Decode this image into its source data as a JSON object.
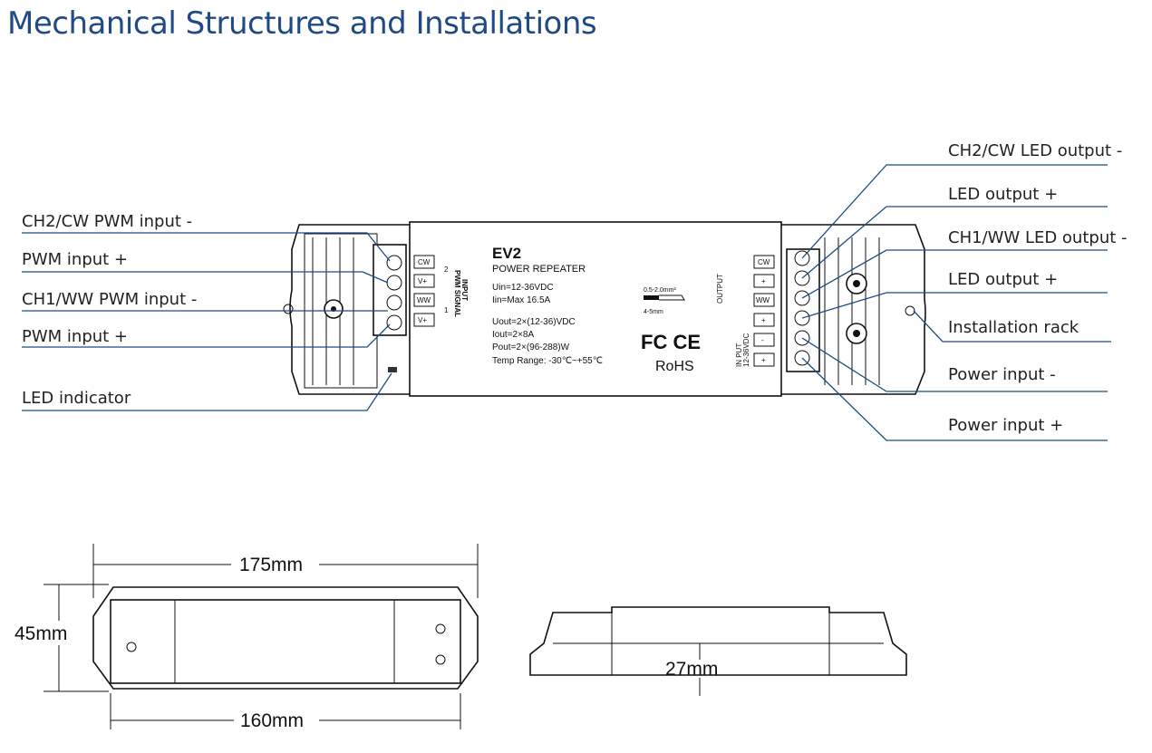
{
  "title": "Mechanical Structures and Installations",
  "left_labels": [
    "CH2/CW PWM input -",
    "PWM input +",
    "CH1/WW PWM input -",
    "PWM input +",
    "LED indicator"
  ],
  "right_labels": [
    "CH2/CW LED output -",
    "LED output +",
    "CH1/WW LED output -",
    "LED output +",
    "Installation rack",
    "Power input -",
    "Power input +"
  ],
  "device": {
    "model": "EV2",
    "name": "POWER REPEATER",
    "specs": [
      "Uin=12-36VDC",
      "Iin=Max 16.5A",
      "Uout=2×(12-36)VDC",
      "Iout=2×8A",
      "Pout=2×(96-288)W",
      "Temp Range: -30℃~+55℃"
    ],
    "wire_gauge": "0.5-2.0mm²",
    "strip_length": "4-5mm",
    "rohs": "RoHS",
    "cert_logos": "FC CE",
    "input_terms": [
      "CW",
      "V+",
      "WW",
      "V+"
    ],
    "input_label": "INPUT",
    "input_sub": "PWM SIGNAL",
    "ch2": "2",
    "ch1": "1",
    "output_terms": [
      "CW",
      "+",
      "WW",
      "+",
      "-",
      "+"
    ],
    "output_label": "OUTPUT",
    "power_label": "IN PUT",
    "power_sub": "12-36VDC"
  },
  "dimensions": {
    "length": "175mm",
    "inner_length": "160mm",
    "width": "45mm",
    "height": "27mm"
  }
}
